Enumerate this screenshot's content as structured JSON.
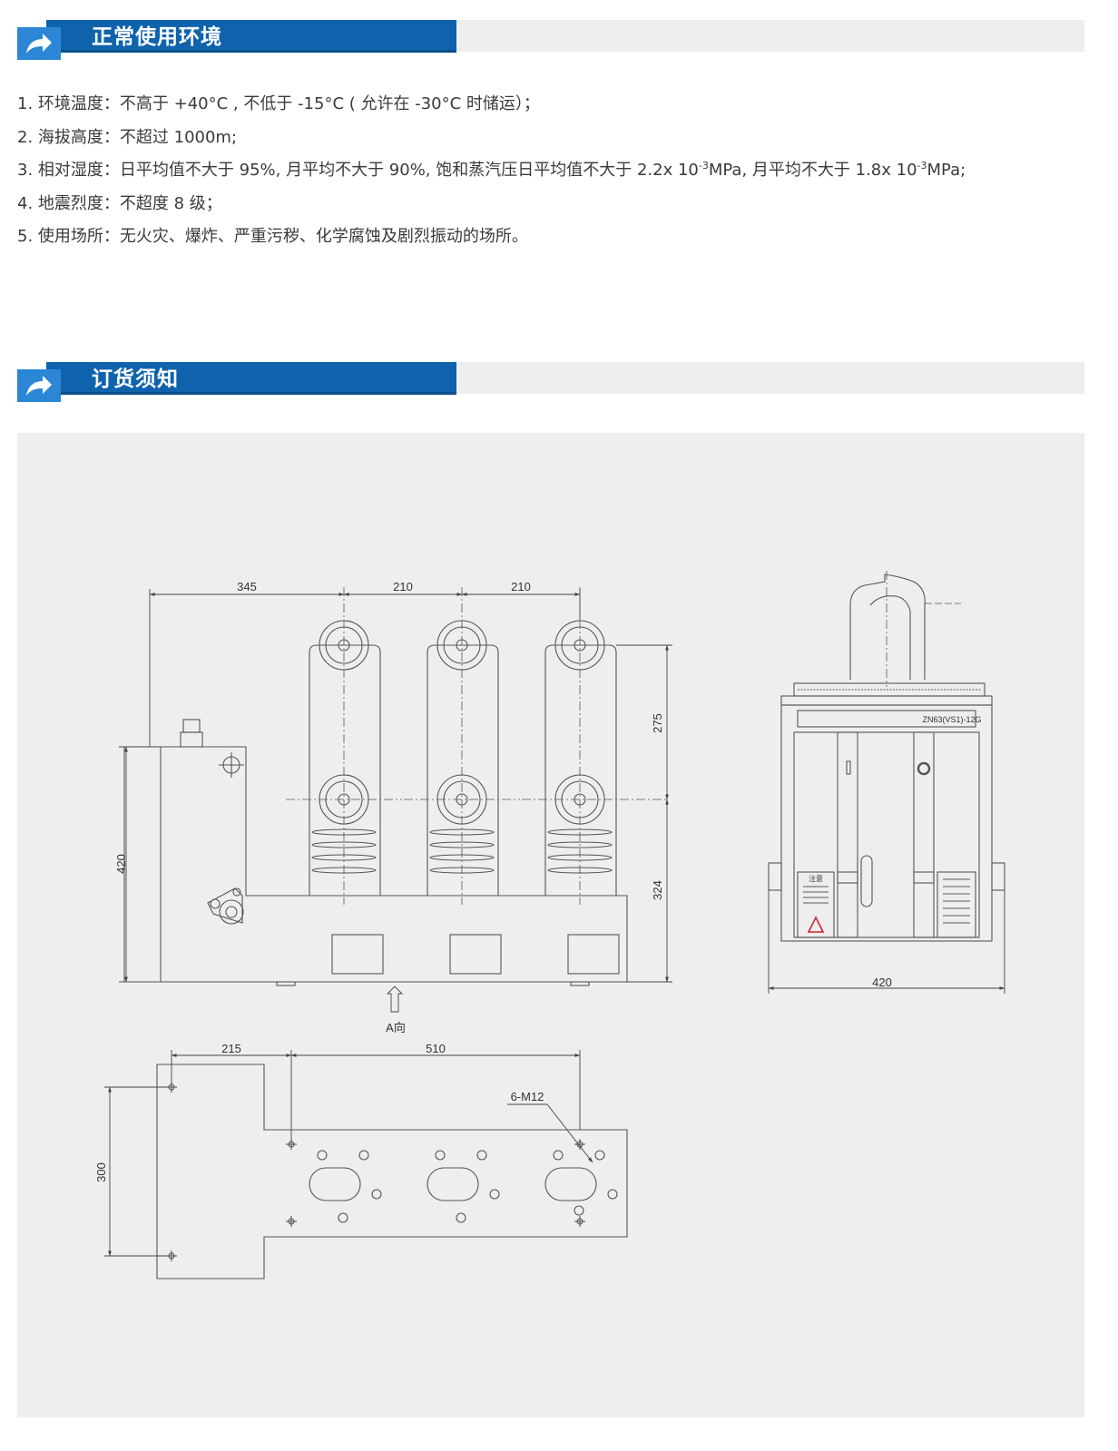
{
  "section1": {
    "title": "正常使用环境",
    "items": [
      {
        "text": "1. 环境温度：不高于 +40°C , 不低于 -15°C ( 允许在 -30°C 时储运）；"
      },
      {
        "text": "2. 海拔高度：不超过 1000m;"
      },
      {
        "pre": "3. 相对湿度：日平均值不大于 95%, 月平均不大于 90%, 饱和蒸汽压日平均值不大于 2.2x 10",
        "sup1": "-3",
        "mid": "MPa, 月平均不大于 1.8x 10",
        "sup2": "-3",
        "post": "MPa;"
      },
      {
        "text": "4. 地震烈度：不超度 8 级；"
      },
      {
        "text": "5. 使用场所：无火灾、爆炸、严重污秽、化学腐蚀及剧烈振动的场所。"
      }
    ]
  },
  "section2": {
    "title": "订货须知"
  },
  "drawing": {
    "front_dims": {
      "d1": "345",
      "d2": "210",
      "d3": "210",
      "h_top": "275",
      "h_bottom": "324",
      "h_left": "420"
    },
    "direction_label": "A向",
    "side": {
      "model_plate": "ZN63(VS1)-12G",
      "width_dim": "420",
      "warning_title": "注意"
    },
    "base_dims": {
      "d1": "215",
      "d2": "510",
      "height": "300",
      "holes": "6-M12"
    }
  },
  "colors": {
    "header_blue": "#0f63ac",
    "icon_blue": "#2c86d6",
    "panel_grey": "#eeeeee",
    "line": "#555555"
  },
  "icons": {
    "section_icon": "share-arrow-icon"
  }
}
